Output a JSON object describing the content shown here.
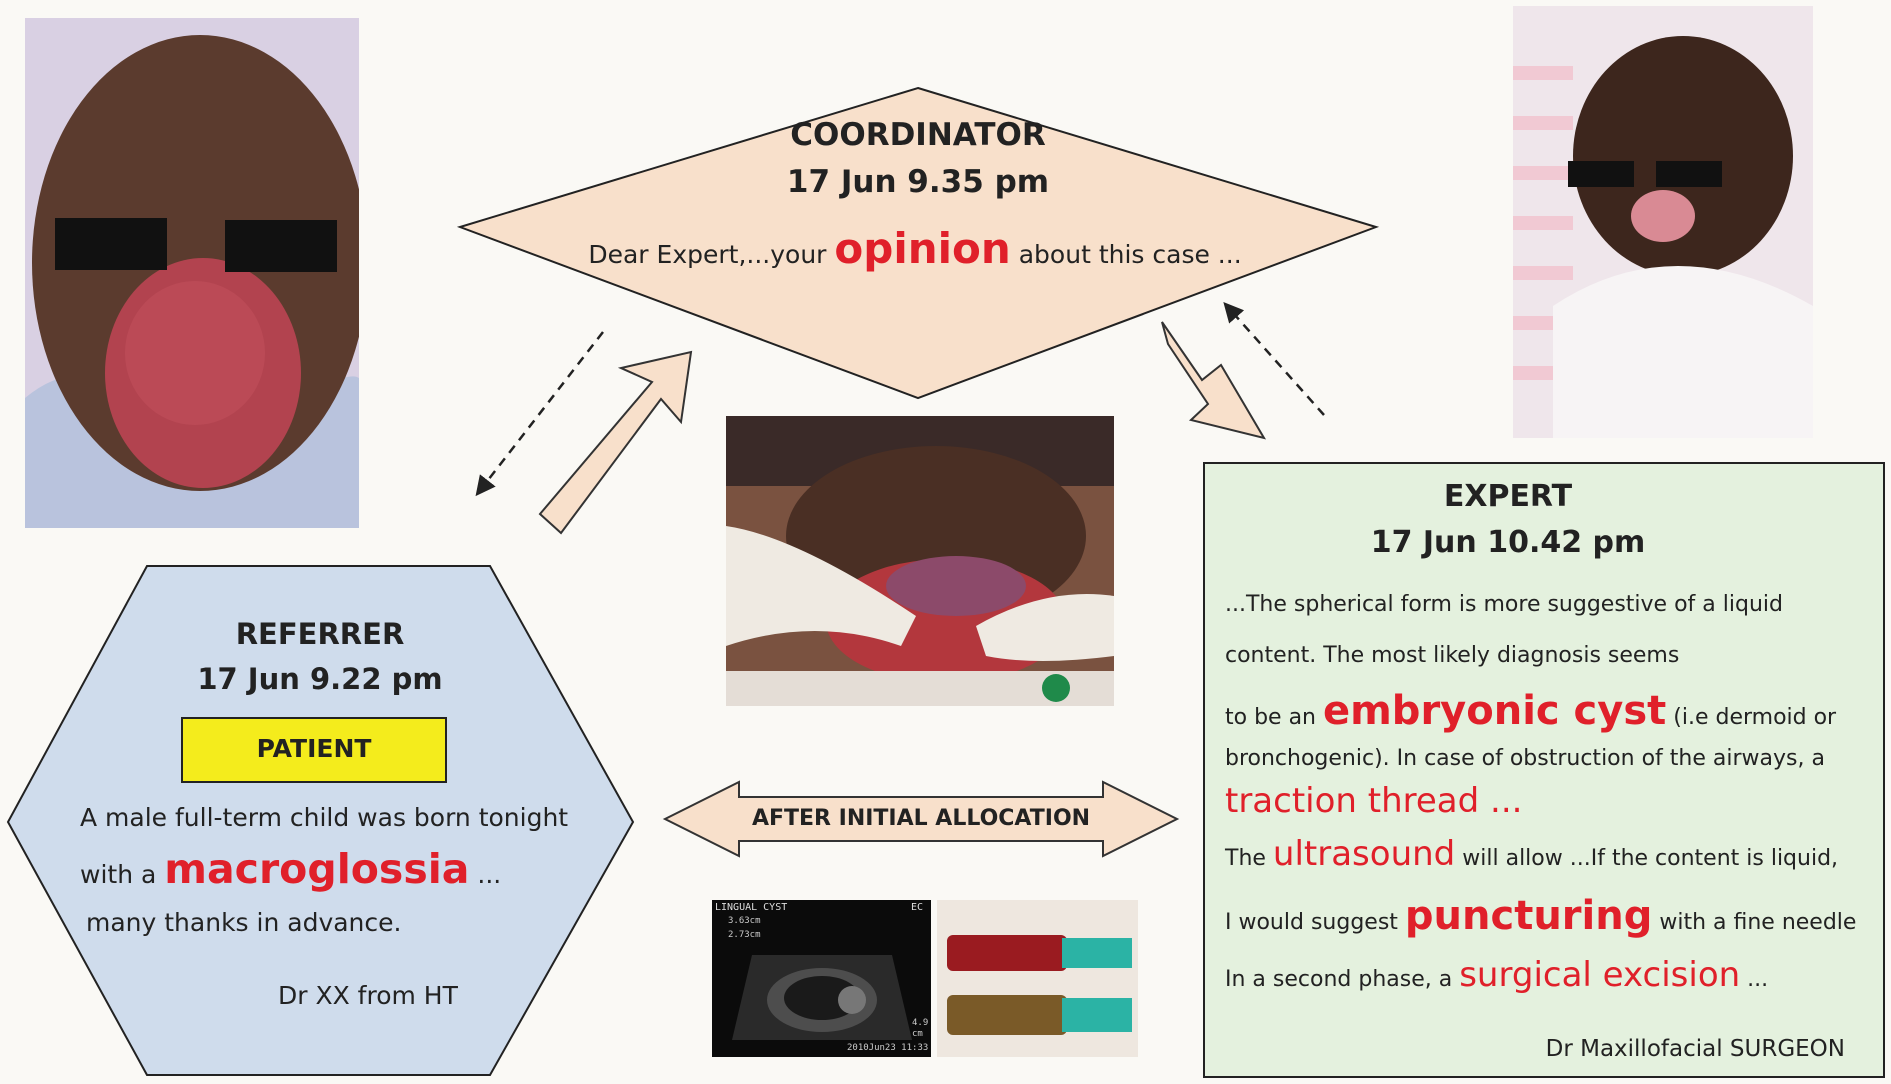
{
  "coordinator": {
    "title": "COORDINATOR",
    "time": "17 Jun 9.35 pm",
    "msg_before": "Dear Expert,...your",
    "msg_highlight": "opinion",
    "msg_after": "about this case ..."
  },
  "referrer": {
    "title": "REFERRER",
    "time": "17 Jun 9.22 pm",
    "patient_label": "PATIENT",
    "line1": "A male full-term child was born tonight",
    "line2_before": "with a",
    "line2_highlight": "macroglossia",
    "line2_after": "...",
    "line3": "many thanks in advance.",
    "signature": "Dr XX from HT"
  },
  "expert": {
    "title": "EXPERT",
    "time": "17 Jun 10.42 pm",
    "l1": "...The spherical form is more suggestive of a liquid",
    "l2": "content. The most likely diagnosis seems",
    "l3_before": "to be an",
    "l3_highlight": "embryonic cyst",
    "l3_after": "(i.e dermoid or",
    "l4": "bronchogenic). In case of obstruction of the airways, a",
    "l5_highlight": "traction thread ...",
    "l6_before": "The",
    "l6_highlight": "ultrasound",
    "l6_after": "will allow ...If the content is liquid,",
    "l7_before": "I would suggest",
    "l7_highlight": "puncturing",
    "l7_after": "with a fine needle",
    "l8_before": "In a second phase, a",
    "l8_highlight": "surgical excision",
    "l8_after": "...",
    "signature": "Dr Maxillofacial SURGEON"
  },
  "allocation_label": "AFTER INITIAL ALLOCATION",
  "ultrasound": {
    "label": "LINGUAL CYST",
    "m1": "3.63cm",
    "m2": "2.73cm",
    "date": "2010Jun23 11:33",
    "side": "EC",
    "depth": "4.9",
    "depth_unit": "cm"
  },
  "colors": {
    "highlight": "#e0202a",
    "coordinator_fill": "#f8e0cb",
    "referrer_fill": "#cfdcec",
    "expert_fill": "#e4f1de",
    "patient_fill": "#f4ec1c",
    "arrow_fill": "#f8e0cb"
  },
  "icons": [
    "face-censor-bar",
    "dashed-arrow",
    "block-arrow",
    "double-arrow"
  ]
}
